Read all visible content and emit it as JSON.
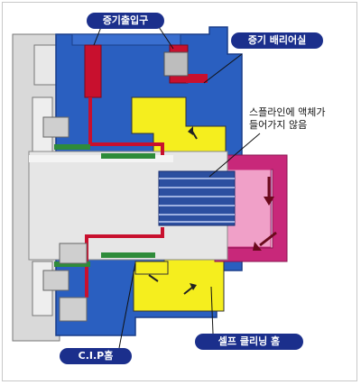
{
  "labels": {
    "steam_inlet": "증기출입구",
    "steam_barrier_seal": "증기 배리어실",
    "no_liquid_line1": "스플라인에 액체가",
    "no_liquid_line2": "들어가지 않음",
    "cip_groove": "C.I.P홈",
    "self_cleaning_groove": "셀프 클리닝 홈"
  },
  "colors": {
    "housing_blue": "#2a5fc0",
    "housing_dark": "#1a3f8a",
    "seal_red": "#c8102e",
    "magenta": "#c8287a",
    "pink": "#f0a0c8",
    "yellow": "#f5ee1e",
    "shaft_gray": "#e6e6e6",
    "spline_blue": "#2c4fa0",
    "green_ring": "#2e8b3a",
    "callout_bg": "#1b2f8c"
  },
  "icons": [
    "pointer-arrow",
    "flow-arrow"
  ]
}
